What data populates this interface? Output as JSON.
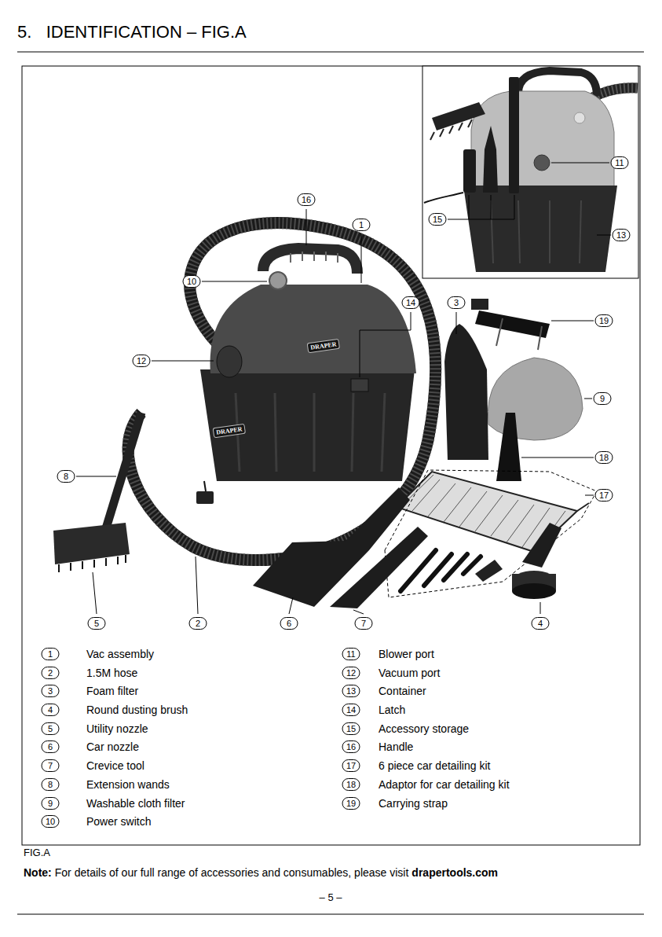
{
  "diagram": {
    "title": "5.   IDENTIFICATION – FIG.A",
    "caption": "FIG.A",
    "labels": [
      "11",
      "15",
      "13",
      "16",
      "1",
      "10",
      "14",
      "3",
      "19",
      "12",
      "9",
      "8",
      "18",
      "17",
      "5",
      "2",
      "6",
      "7",
      "4",
      "1",
      "Vac assembly",
      "2",
      "1.5M hose",
      "3",
      "Foam filter",
      "4",
      "Round dusting brush",
      "5",
      "Utility nozzle",
      "6",
      "Car nozzle",
      "7",
      "Crevice tool",
      "8",
      "Extension wands",
      "9",
      "Washable cloth filter",
      "10",
      "Power switch",
      "11",
      "Blower port",
      "12",
      "Vacuum port",
      "13",
      "Container",
      "14",
      "Latch",
      "15",
      "Accessory storage",
      "16",
      "Handle",
      "17",
      "6 piece car detailing kit",
      "18",
      "Adaptor for car detailing kit",
      "19",
      "Carrying strap",
      "Note:",
      "For details of our full range of accessories and consumables, please visit",
      "drapertools.com",
      "– 5 –",
      "DRAPER",
      "DRAPER"
    ]
  }
}
